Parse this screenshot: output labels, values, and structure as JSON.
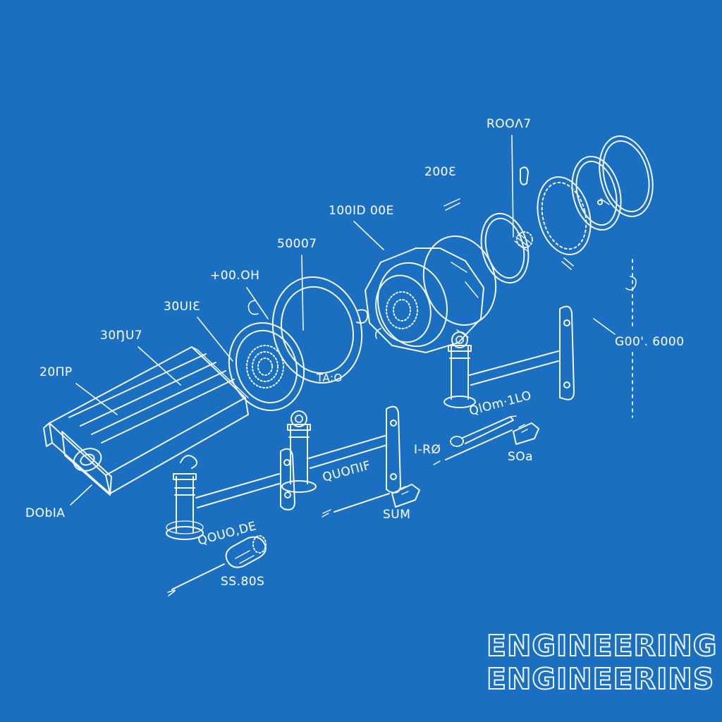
{
  "colors": {
    "background": "#1a6fc0",
    "line": "#f2f7ff",
    "label_text": "#f4f8ff"
  },
  "watermark": {
    "line1": "ENGINEERING",
    "line2": "ENGINEERINS"
  },
  "labels": [
    {
      "text": "ROOΛ7"
    },
    {
      "text": "200Ɛ"
    },
    {
      "text": "100ID 00E"
    },
    {
      "text": "50007"
    },
    {
      "text": "+00.OH"
    },
    {
      "text": "30UIƐ"
    },
    {
      "text": "30ŊU7"
    },
    {
      "text": "20ΠP"
    },
    {
      "text": "G00'. 6000"
    },
    {
      "text": "QlOm·1LO"
    },
    {
      "text": "TA:O"
    },
    {
      "text": "I-RØ"
    },
    {
      "text": "SOa"
    },
    {
      "text": "QUOΠIF"
    },
    {
      "text": "SUM"
    },
    {
      "text": "QOUO,DE"
    },
    {
      "text": "SS.80S"
    },
    {
      "text": "DObIA"
    }
  ]
}
